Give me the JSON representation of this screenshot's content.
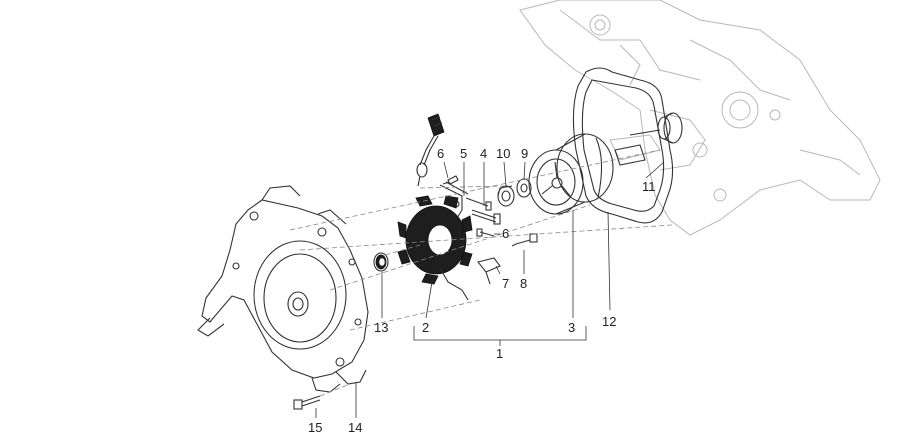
{
  "labels": {
    "l1": "1",
    "l2": "2",
    "l3": "3",
    "l4": "4",
    "l5": "5",
    "l6a": "6",
    "l6b": "6",
    "l7": "7",
    "l8": "8",
    "l9": "9",
    "l10": "10",
    "l11": "11",
    "l12": "12",
    "l13": "13",
    "l14": "14",
    "l15": "15"
  },
  "colors": {
    "ink": "#333333",
    "ghost": "#b8b8b8",
    "dark": "#1e1e1e"
  }
}
